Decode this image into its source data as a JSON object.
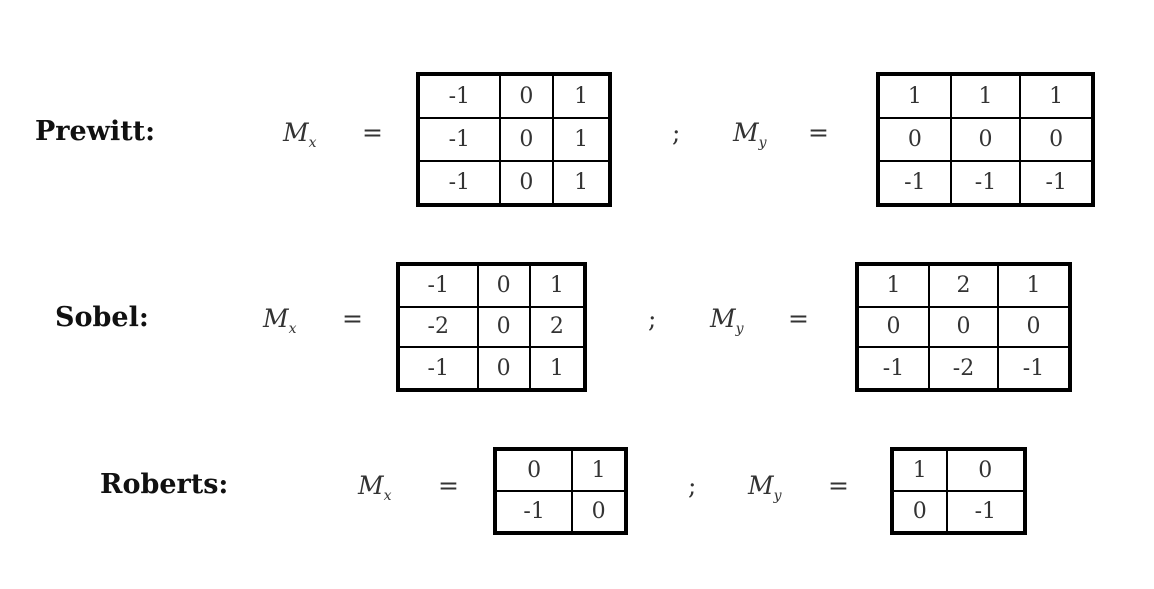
{
  "operators": [
    {
      "name": "Prewitt:",
      "mx_label": "M",
      "mx_sub": "x",
      "my_label": "M",
      "my_sub": "y",
      "eq": "=",
      "sep": ";",
      "mx": [
        [
          "-1",
          "0",
          "1"
        ],
        [
          "-1",
          "0",
          "1"
        ],
        [
          "-1",
          "0",
          "1"
        ]
      ],
      "my": [
        [
          "1",
          "1",
          "1"
        ],
        [
          "0",
          "0",
          "0"
        ],
        [
          "-1",
          "-1",
          "-1"
        ]
      ]
    },
    {
      "name": "Sobel:",
      "mx_label": "M",
      "mx_sub": "x",
      "my_label": "M",
      "my_sub": "y",
      "eq": "=",
      "sep": ";",
      "mx": [
        [
          "-1",
          "0",
          "1"
        ],
        [
          "-2",
          "0",
          "2"
        ],
        [
          "-1",
          "0",
          "1"
        ]
      ],
      "my": [
        [
          "1",
          "2",
          "1"
        ],
        [
          "0",
          "0",
          "0"
        ],
        [
          "-1",
          "-2",
          "-1"
        ]
      ]
    },
    {
      "name": "Roberts:",
      "mx_label": "M",
      "mx_sub": "x",
      "my_label": "M",
      "my_sub": "y",
      "eq": "=",
      "sep": ";",
      "mx": [
        [
          "0",
          "1"
        ],
        [
          "-1",
          "0"
        ]
      ],
      "my": [
        [
          "1",
          "0"
        ],
        [
          "0",
          "-1"
        ]
      ]
    }
  ]
}
